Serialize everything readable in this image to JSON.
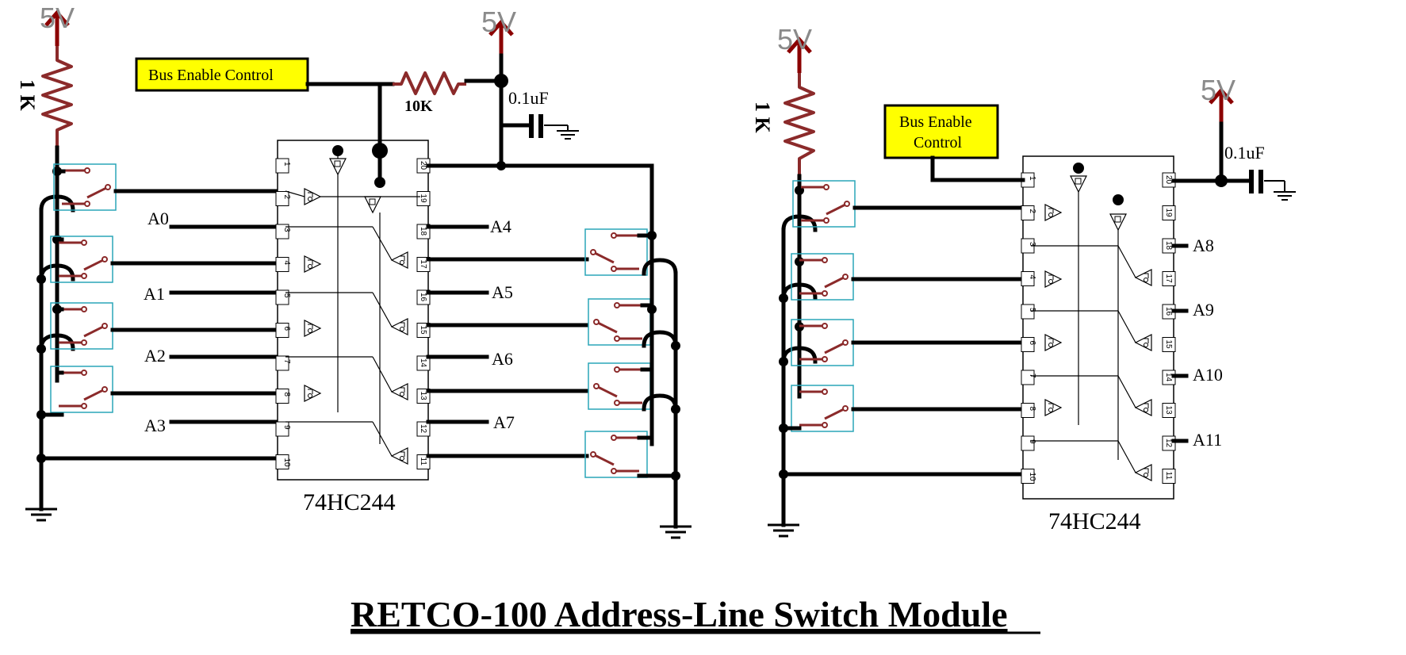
{
  "title": "RETCO-100 Address-Line Switch Module",
  "left": {
    "supply_main": "5V",
    "supply_pullup": "5V",
    "pullup_resistor": "1 K",
    "enable_resistor": "10K",
    "capacitor": "0.1uF",
    "bus_enable_label": "Bus Enable Control",
    "chip": "74HC244",
    "address_left": [
      "A0",
      "A1",
      "A2",
      "A3"
    ],
    "address_right": [
      "A4",
      "A5",
      "A6",
      "A7"
    ]
  },
  "right": {
    "supply_main": "5V",
    "supply_pullup": "5V",
    "pullup_resistor": "1 K",
    "capacitor": "0.1uF",
    "bus_enable_line1": "Bus Enable",
    "bus_enable_line2": "Control",
    "chip": "74HC244",
    "address_right": [
      "A8",
      "A9",
      "A10",
      "A11"
    ]
  },
  "pins_left_col": [
    "1",
    "2",
    "3",
    "4",
    "5",
    "6",
    "7",
    "8",
    "9",
    "10"
  ],
  "pins_right_col": [
    "20",
    "19",
    "18",
    "17",
    "16",
    "15",
    "14",
    "13",
    "12",
    "11"
  ]
}
